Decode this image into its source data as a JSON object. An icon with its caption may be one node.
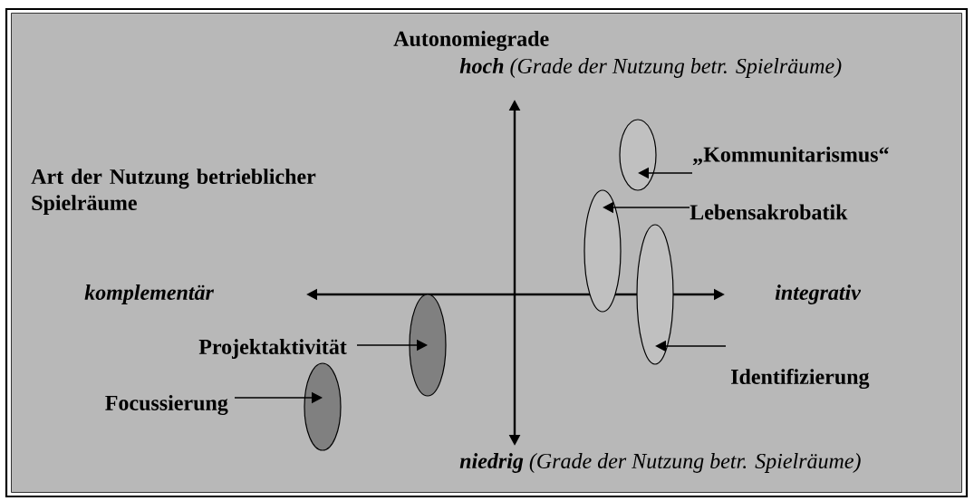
{
  "diagram": {
    "nodes": [
      {
        "text": [
          "„Kommunitarismus“"
        ]
      },
      {
        "text": [],
        "shape": "ellipse"
      },
      {
        "text": [
          "Lebensakrobatik"
        ]
      },
      {
        "text": [],
        "shape": "ellipse"
      },
      {
        "text": [],
        "shape": "ellipse"
      },
      {
        "text": [
          "Projektaktivität"
        ]
      },
      {
        "text": [],
        "shape": "ellipse"
      },
      {
        "text": [
          "Identifizierung"
        ]
      },
      {
        "text": [
          "Focussierung"
        ]
      },
      {
        "text": [],
        "shape": "ellipse"
      }
    ],
    "edges": [
      {
        "from": 0,
        "to": 1,
        "arrow": "to"
      },
      {
        "from": 2,
        "to": 3,
        "arrow": "to"
      },
      {
        "from": 7,
        "to": 4,
        "arrow": "to"
      },
      {
        "from": 5,
        "to": 6,
        "arrow": "to"
      },
      {
        "from": 8,
        "to": 9,
        "arrow": "to"
      }
    ],
    "labels": [
      "Autonomiegrade",
      "**hoch** (Grade der Nutzung betr. Spielräume)",
      "Art der Nutzung betrieblicher Spielräume",
      "komplementär",
      "integrativ",
      "**niedrig** (Grade der Nutzung betr. Spielräume)"
    ]
  }
}
